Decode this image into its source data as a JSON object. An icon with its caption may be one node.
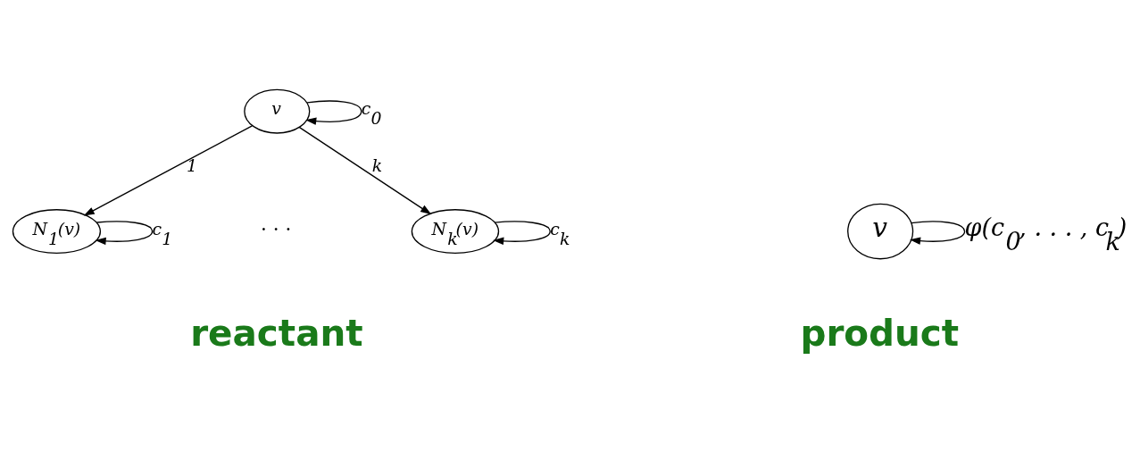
{
  "diagram": {
    "nodes": [
      {
        "text": [
          "v"
        ]
      },
      {
        "text": [
          "N$_{1}$(v)"
        ]
      },
      {
        "text": [
          "N$_{k}$(v)"
        ]
      },
      {
        "text": [
          "v"
        ]
      }
    ],
    "edges": [
      {
        "from": 0,
        "to": 0,
        "arrow": "to",
        "label": "c$_{0}$"
      },
      {
        "from": 0,
        "to": 1,
        "arrow": "to",
        "label": "1"
      },
      {
        "from": 0,
        "to": 2,
        "arrow": "to",
        "label": "k"
      },
      {
        "from": 1,
        "to": 1,
        "arrow": "to",
        "label": "c$_{1}$"
      },
      {
        "from": 2,
        "to": 2,
        "arrow": "to",
        "label": "c$_{k}$"
      },
      {
        "from": 3,
        "to": 3,
        "arrow": "to",
        "label": "φ(c$_{0}$, . . . , c$_{k}$)"
      }
    ],
    "labels": [
      "· · ·",
      "reactant",
      "product"
    ]
  }
}
